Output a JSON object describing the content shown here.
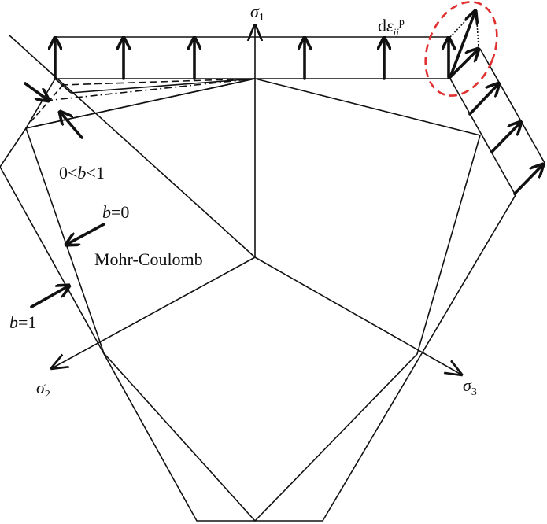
{
  "labels": {
    "sigma1": "σ",
    "sigma1_sub": "1",
    "sigma2": "σ",
    "sigma2_sub": "2",
    "sigma3": "σ",
    "sigma3_sub": "3",
    "strain_d": "d",
    "strain_eps": "ε",
    "strain_sub": "ij",
    "strain_sup": "p",
    "b_between_0": "0<",
    "b_between_b": "b",
    "b_between_1": "<1",
    "b0_b": "b",
    "b0_val": "=0",
    "b1_b": "b",
    "b1_val": "=1",
    "mohr_coulomb": "Mohr-Coulomb"
  },
  "colors": {
    "line": "#111111",
    "highlight": "#e03030"
  }
}
